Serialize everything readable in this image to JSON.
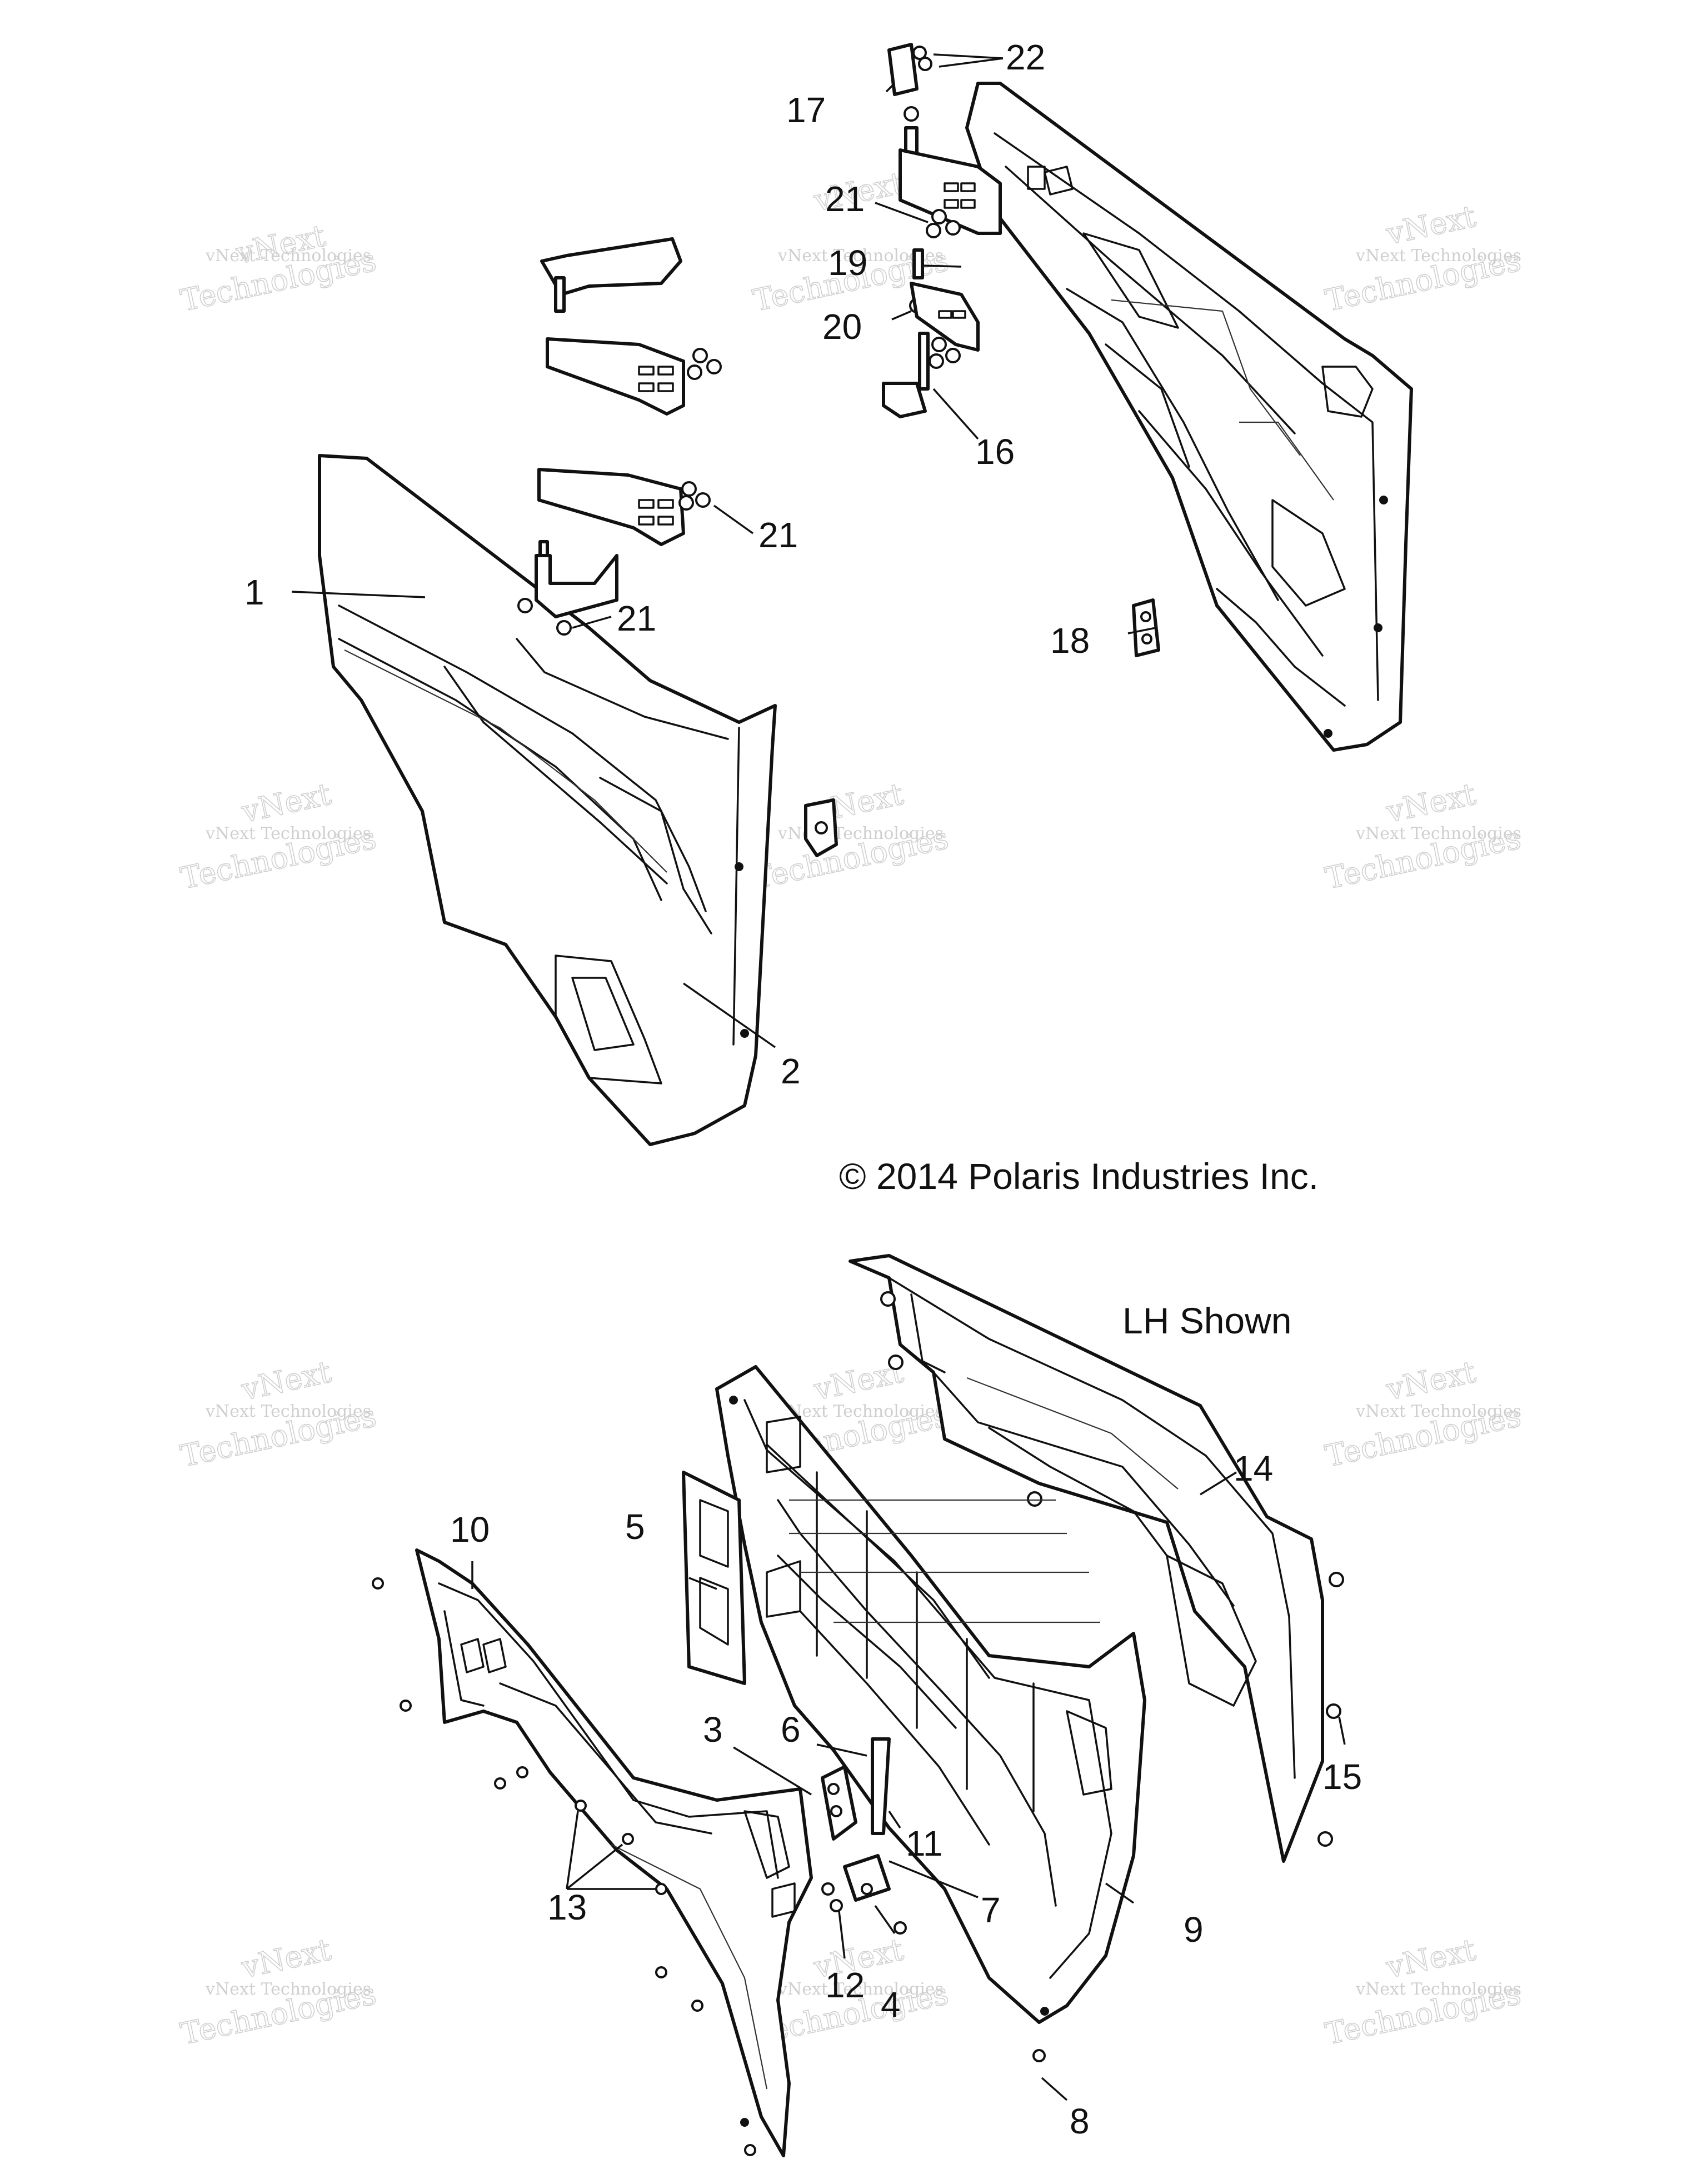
{
  "diagram": {
    "caption": "© 2014 Polaris Industries Inc.",
    "view_note": "LH Shown",
    "watermark": {
      "line1": "vNext Technologies",
      "line2_a": "vNext",
      "line2_b": "Technologies"
    },
    "callouts": {
      "c1": "1",
      "c2": "2",
      "c3": "3",
      "c4": "4",
      "c5": "5",
      "c6": "6",
      "c7": "7",
      "c8": "8",
      "c9": "9",
      "c10": "10",
      "c11": "11",
      "c12": "12",
      "c13": "13",
      "c14": "14",
      "c15": "15",
      "c16": "16",
      "c17": "17",
      "c18": "18",
      "c19": "19",
      "c20": "20",
      "c21a": "21",
      "c21b": "21",
      "c21c": "21",
      "c22": "22"
    }
  }
}
